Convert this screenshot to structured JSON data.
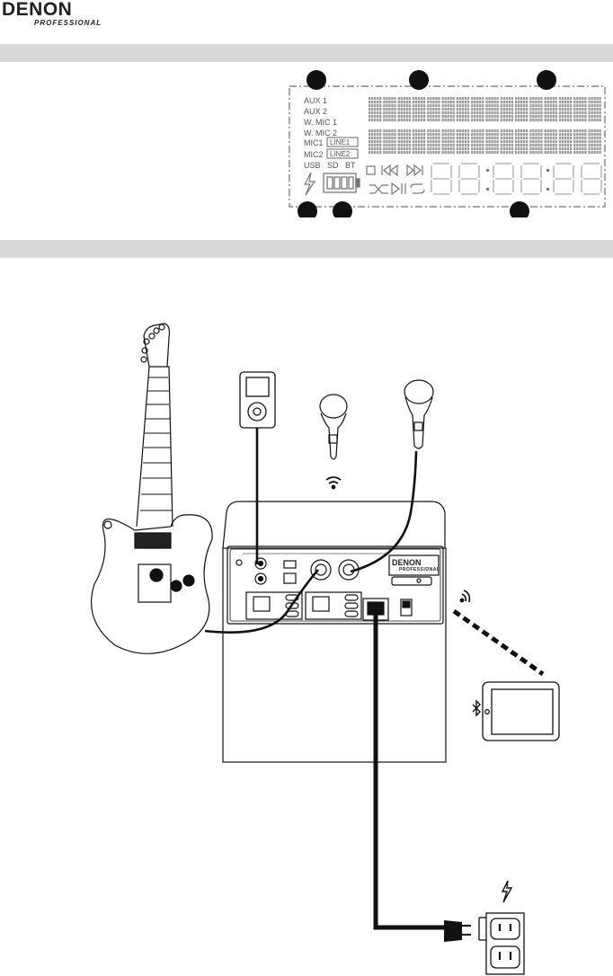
{
  "header": {
    "brand": "DENON",
    "brand_sub": "PROFESSIONAL"
  },
  "display": {
    "source_labels": [
      "AUX 1",
      "AUX 2",
      "W. MIC 1",
      "W. MIC 2",
      "MIC1",
      "MIC2"
    ],
    "line_labels": [
      "LINE1",
      "LINE2"
    ],
    "media_labels": [
      "USB",
      "SD",
      "BT"
    ]
  },
  "speaker_panel": {
    "brand": "DENON",
    "brand_sub": "PROFESSIONAL"
  },
  "colors": {
    "band": "#d9d9d9",
    "line": "#111111",
    "lcd_segment": "#9a9a9a"
  },
  "icons": {
    "wireless_mic": "wireless-signal-icon",
    "bluetooth": "bluetooth-icon",
    "power": "lightning-bolt-icon"
  }
}
